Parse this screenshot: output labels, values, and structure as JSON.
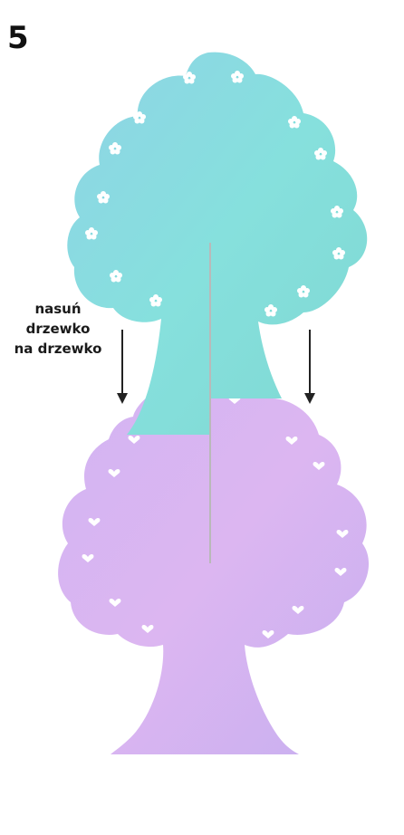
{
  "step": {
    "number": "5"
  },
  "instruction": {
    "line1": "nasuń",
    "line2": "drzewko",
    "line3": "na drzewko"
  },
  "colors": {
    "tree_top": "#86e0dd",
    "tree_top_accent": "#a8d7f0",
    "tree_bottom": "#d6b3f0",
    "tree_bottom_accent": "#efc6f3",
    "slot_line": "#b9b9b9",
    "arrow": "#222222",
    "text": "#1a1a1a"
  },
  "icons": {
    "top_cutouts": "flower-icon",
    "bottom_cutouts": "heart-icon",
    "arrows": "arrow-down-icon"
  }
}
